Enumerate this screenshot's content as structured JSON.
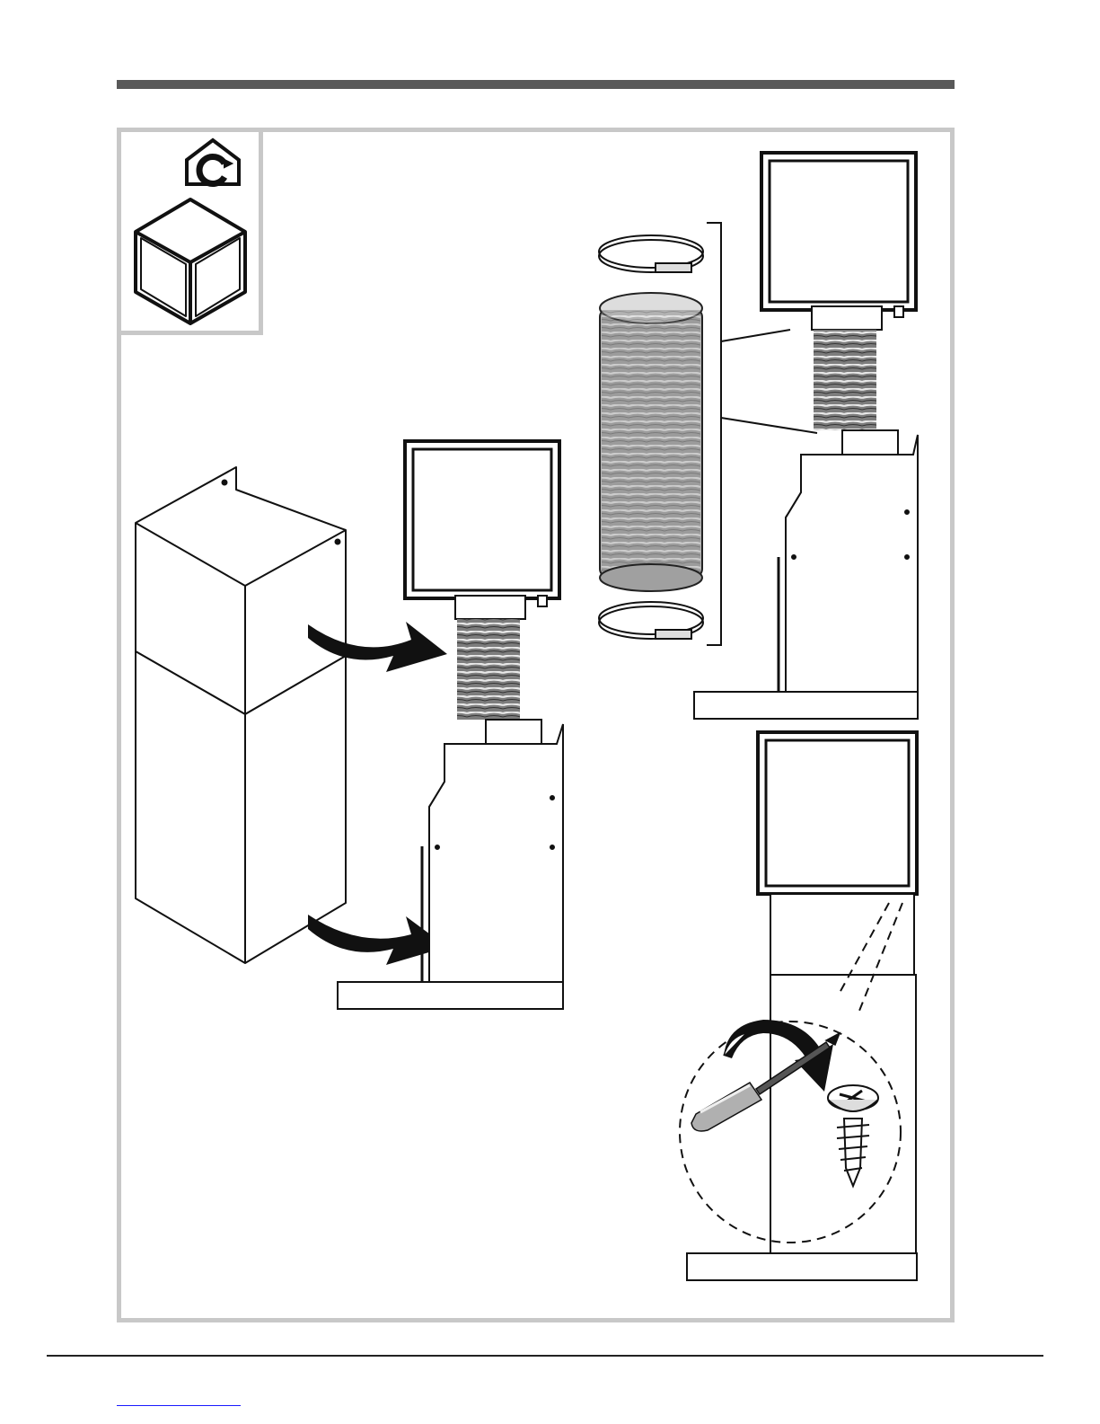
{
  "page": {
    "title": "",
    "footer_link_text": ""
  },
  "inset": {
    "icon": "house-c-icon",
    "object_icon": "cube-icon"
  },
  "steps": [
    {
      "name": "chimney-fitting",
      "icons": [
        "chimney-panels",
        "arrow-icon",
        "arrow-icon",
        "hood-unit"
      ]
    },
    {
      "name": "flexible-duct-fitting",
      "icons": [
        "hose-clamp",
        "flexible-duct",
        "hose-clamp",
        "hood-unit"
      ]
    },
    {
      "name": "screw-fixing",
      "icons": [
        "screwdriver-icon",
        "screw-icon",
        "rotate-arrow-icon",
        "hood-unit"
      ]
    }
  ],
  "colors": {
    "rule": "#595959",
    "frame": "#c8c8c8",
    "line": "#111111",
    "duct": "#9a9a9a"
  }
}
